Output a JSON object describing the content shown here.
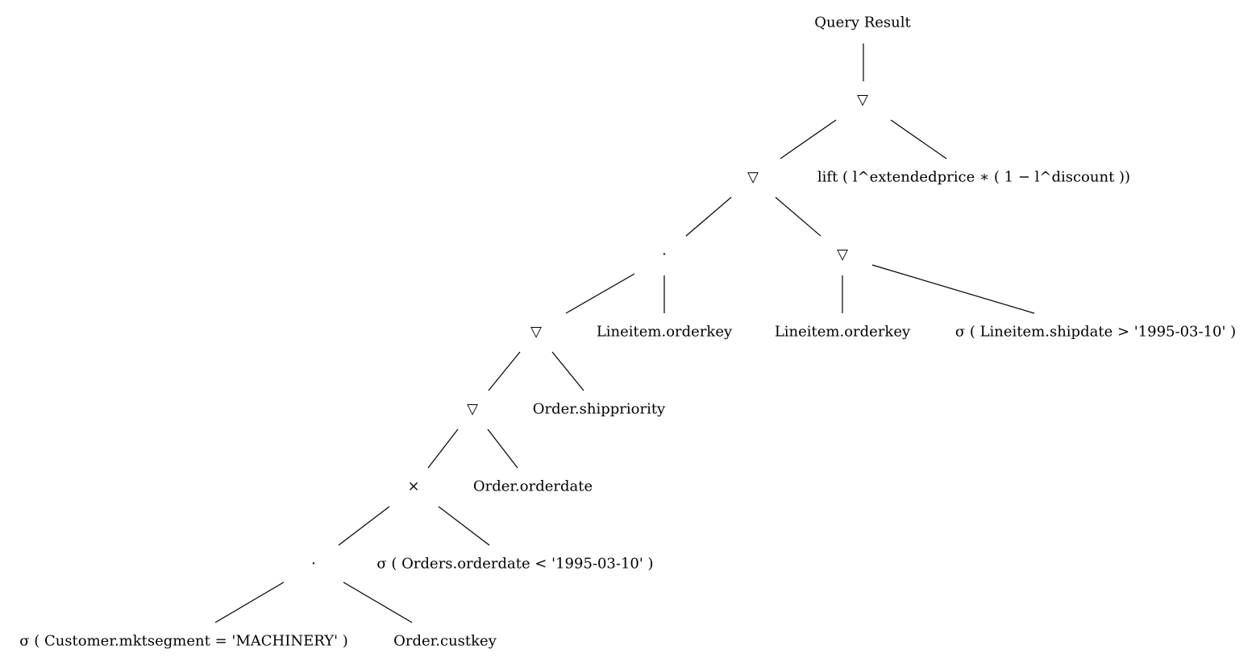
{
  "diagram": {
    "nodes": [
      {
        "id": "query-result",
        "label": "Query Result"
      },
      {
        "id": "join-1",
        "label": "▽"
      },
      {
        "id": "join-2",
        "label": "▽"
      },
      {
        "id": "lift",
        "label": "lift ( l^extendedprice ∗ ( 1 − l^discount ))"
      },
      {
        "id": "dot-1",
        "label": "·"
      },
      {
        "id": "join-3",
        "label": "▽"
      },
      {
        "id": "join-4",
        "label": "▽"
      },
      {
        "id": "lineitem-orderkey-1",
        "label": "Lineitem.orderkey"
      },
      {
        "id": "lineitem-orderkey-2",
        "label": "Lineitem.orderkey"
      },
      {
        "id": "sigma-shipdate",
        "label": "σ ( Lineitem.shipdate > '1995-03-10' )"
      },
      {
        "id": "join-5",
        "label": "▽"
      },
      {
        "id": "order-shippriority",
        "label": "Order.shippriority"
      },
      {
        "id": "cross",
        "label": "×"
      },
      {
        "id": "order-orderdate",
        "label": "Order.orderdate"
      },
      {
        "id": "dot-2",
        "label": "·"
      },
      {
        "id": "sigma-orderdate",
        "label": "σ ( Orders.orderdate < '1995-03-10' )"
      },
      {
        "id": "sigma-mktsegment",
        "label": "σ ( Customer.mktsegment = 'MACHINERY' )"
      },
      {
        "id": "order-custkey",
        "label": "Order.custkey"
      }
    ],
    "edges": [
      [
        "query-result",
        "join-1"
      ],
      [
        "join-1",
        "join-2"
      ],
      [
        "join-1",
        "lift"
      ],
      [
        "join-2",
        "dot-1"
      ],
      [
        "join-2",
        "join-3"
      ],
      [
        "dot-1",
        "join-4"
      ],
      [
        "dot-1",
        "lineitem-orderkey-1"
      ],
      [
        "join-3",
        "lineitem-orderkey-2"
      ],
      [
        "join-3",
        "sigma-shipdate"
      ],
      [
        "join-4",
        "join-5"
      ],
      [
        "join-4",
        "order-shippriority"
      ],
      [
        "join-5",
        "cross"
      ],
      [
        "join-5",
        "order-orderdate"
      ],
      [
        "cross",
        "dot-2"
      ],
      [
        "cross",
        "sigma-orderdate"
      ],
      [
        "dot-2",
        "sigma-mktsegment"
      ],
      [
        "dot-2",
        "order-custkey"
      ]
    ]
  }
}
